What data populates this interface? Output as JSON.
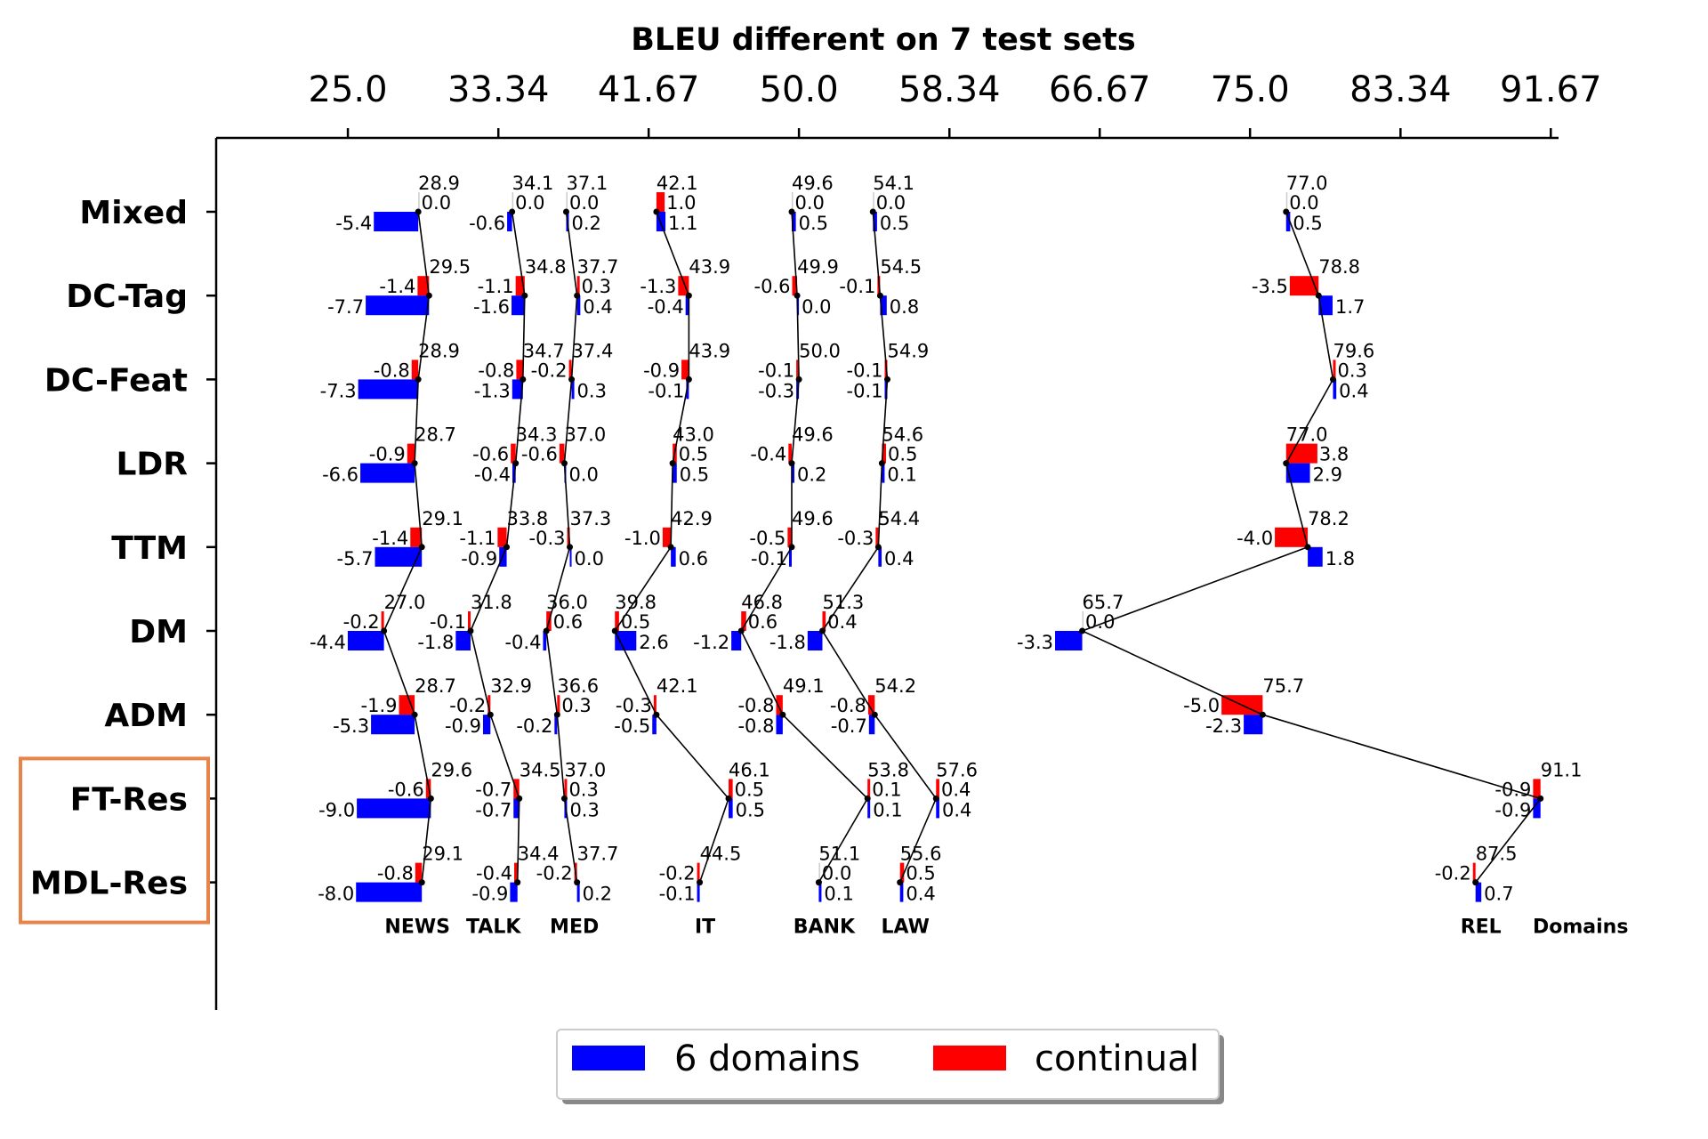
{
  "chart_data": {
    "type": "bar",
    "title": "BLEU different on 7 test sets",
    "xticks": [
      "25.0",
      "33.34",
      "41.67",
      "50.0",
      "58.34",
      "66.67",
      "75.0",
      "83.34",
      "91.67"
    ],
    "xlim": [
      17.7,
      92.1
    ],
    "rows": [
      "Mixed",
      "DC-Tag",
      "DC-Feat",
      "LDR",
      "TTM",
      "DM",
      "ADM",
      "FT-Res",
      "MDL-Res"
    ],
    "highlighted_rows": [
      "FT-Res",
      "MDL-Res"
    ],
    "domains": [
      {
        "name": "NEWS",
        "label": "NEWS",
        "bleu": [
          28.9,
          29.5,
          28.9,
          28.7,
          29.1,
          27.0,
          28.7,
          29.6,
          29.1
        ],
        "continual": [
          0.0,
          -1.4,
          -0.8,
          -0.9,
          -1.4,
          -0.2,
          -1.9,
          -0.6,
          -0.8
        ],
        "six_domains": [
          -5.4,
          -7.7,
          -7.3,
          -6.6,
          -5.7,
          -4.4,
          -5.3,
          -9.0,
          -8.0
        ]
      },
      {
        "name": "TALK",
        "label": "TALK",
        "bleu": [
          34.1,
          34.8,
          34.7,
          34.3,
          33.8,
          31.8,
          32.9,
          34.5,
          34.4
        ],
        "continual": [
          0.0,
          -1.1,
          -0.8,
          -0.6,
          -1.1,
          -0.1,
          -0.2,
          -0.7,
          -0.4
        ],
        "six_domains": [
          -0.6,
          -1.6,
          -1.3,
          -0.4,
          -0.9,
          -1.8,
          -0.9,
          -0.7,
          -0.9
        ]
      },
      {
        "name": "MED",
        "label": "MED",
        "bleu": [
          37.1,
          37.7,
          37.4,
          37.0,
          37.3,
          36.0,
          36.6,
          37.0,
          37.7
        ],
        "continual": [
          0.0,
          0.3,
          -0.2,
          -0.6,
          -0.3,
          0.6,
          0.3,
          0.3,
          -0.2
        ],
        "six_domains": [
          0.2,
          0.4,
          0.3,
          0.0,
          0.0,
          -0.4,
          -0.2,
          0.3,
          0.2
        ]
      },
      {
        "name": "IT",
        "label": "IT",
        "bleu": [
          42.1,
          43.9,
          43.9,
          43.0,
          42.9,
          39.8,
          42.1,
          46.1,
          44.5
        ],
        "continual": [
          1.0,
          -1.3,
          -0.9,
          0.5,
          -1.0,
          0.5,
          -0.3,
          0.5,
          -0.2
        ],
        "six_domains": [
          1.1,
          -0.4,
          -0.1,
          0.5,
          0.6,
          2.6,
          -0.5,
          0.5,
          -0.1
        ]
      },
      {
        "name": "BANK",
        "label": "BANK",
        "bleu": [
          49.6,
          49.9,
          50.0,
          49.6,
          49.6,
          46.8,
          49.1,
          53.8,
          51.1
        ],
        "continual": [
          0.0,
          -0.6,
          -0.1,
          -0.4,
          -0.5,
          0.6,
          -0.8,
          0.1,
          0.0
        ],
        "six_domains": [
          0.5,
          -0.0,
          -0.3,
          0.2,
          -0.1,
          -1.2,
          -0.8,
          0.1,
          0.1
        ]
      },
      {
        "name": "LAW",
        "label": "LAW",
        "bleu": [
          54.1,
          54.5,
          54.9,
          54.6,
          54.4,
          51.3,
          54.2,
          57.6,
          55.6
        ],
        "continual": [
          0.0,
          -0.1,
          -0.1,
          0.5,
          -0.3,
          0.4,
          -0.8,
          0.4,
          0.5
        ],
        "six_domains": [
          0.5,
          0.8,
          -0.1,
          0.1,
          0.4,
          -1.8,
          -0.7,
          0.4,
          0.4
        ]
      },
      {
        "name": "REL",
        "label": "REL",
        "bleu": [
          77.0,
          78.8,
          79.6,
          77.0,
          78.2,
          65.7,
          75.7,
          91.1,
          87.5
        ],
        "continual": [
          0.0,
          -3.5,
          0.3,
          3.8,
          -4.0,
          0.0,
          -5.0,
          -0.9,
          -0.2
        ],
        "six_domains": [
          0.5,
          1.7,
          0.4,
          2.9,
          1.8,
          -3.3,
          -2.3,
          -0.9,
          0.7
        ]
      }
    ],
    "extra_label": "Domains",
    "legend": {
      "placement": "bottom-center",
      "entries": [
        {
          "label": "6 domains",
          "color": "#0000ff"
        },
        {
          "label": "continual",
          "color": "#ff0000"
        }
      ]
    },
    "grid": false
  },
  "colors": {
    "six_domains": "#0000ff",
    "continual": "#ff0000",
    "highlight": "#e8834a",
    "line": "#000000"
  }
}
